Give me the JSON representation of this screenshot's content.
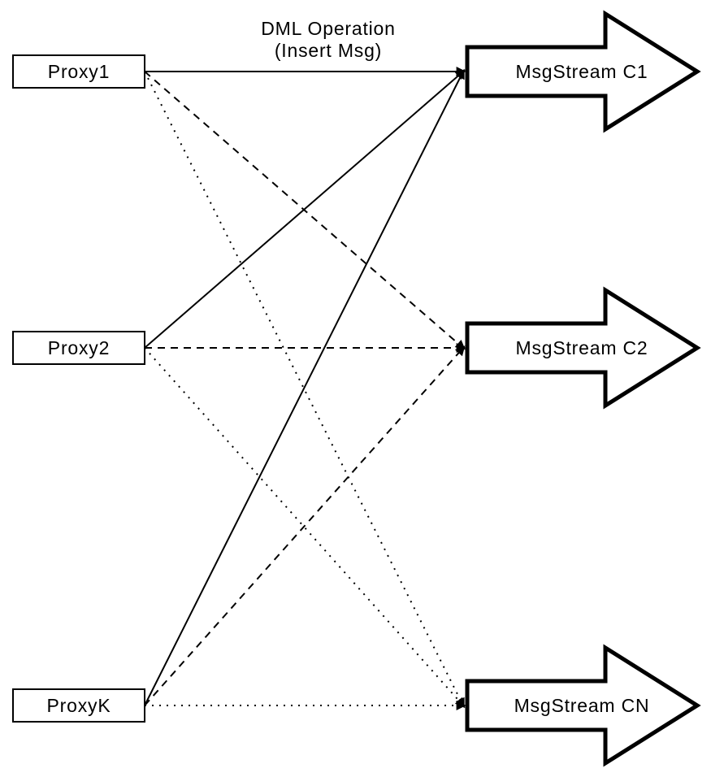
{
  "diagram": {
    "annotation": {
      "line1": "DML Operation",
      "line2": "(Insert Msg)"
    },
    "proxies": [
      {
        "id": "proxy1",
        "label": "Proxy1"
      },
      {
        "id": "proxy2",
        "label": "Proxy2"
      },
      {
        "id": "proxyk",
        "label": "ProxyK"
      }
    ],
    "streams": [
      {
        "id": "c1",
        "label": "MsgStream C1"
      },
      {
        "id": "c2",
        "label": "MsgStream C2"
      },
      {
        "id": "cn",
        "label": "MsgStream CN"
      }
    ],
    "edges": [
      {
        "from": "proxy1",
        "to": "c1",
        "style": "solid"
      },
      {
        "from": "proxy2",
        "to": "c1",
        "style": "solid"
      },
      {
        "from": "proxyk",
        "to": "c1",
        "style": "solid"
      },
      {
        "from": "proxy1",
        "to": "c2",
        "style": "dashed"
      },
      {
        "from": "proxy2",
        "to": "c2",
        "style": "dashed"
      },
      {
        "from": "proxyk",
        "to": "c2",
        "style": "dashed"
      },
      {
        "from": "proxy1",
        "to": "cn",
        "style": "dotted"
      },
      {
        "from": "proxy2",
        "to": "cn",
        "style": "dotted"
      },
      {
        "from": "proxyk",
        "to": "cn",
        "style": "dotted"
      }
    ],
    "colors": {
      "stroke": "#000000",
      "fill": "#ffffff",
      "background": "#ffffff"
    }
  }
}
